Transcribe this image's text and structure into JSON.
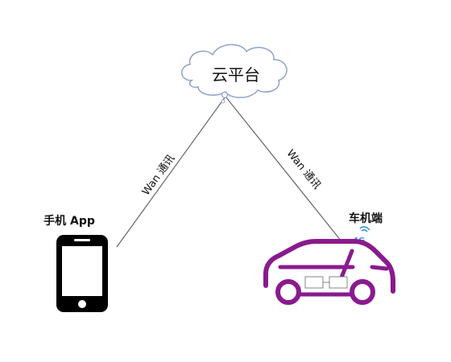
{
  "cloud": {
    "label": "云平台"
  },
  "phone": {
    "label": "手机 App"
  },
  "car": {
    "label": "车机端",
    "network_badge": "4G"
  },
  "links": {
    "left": {
      "label": "Wan 通讯"
    },
    "right": {
      "label": "Wan 通讯"
    }
  },
  "colors": {
    "car_outline": "#8a1a8e",
    "network_badge": "#3b8fd8",
    "line": "#555555",
    "phone_body": "#000000"
  }
}
